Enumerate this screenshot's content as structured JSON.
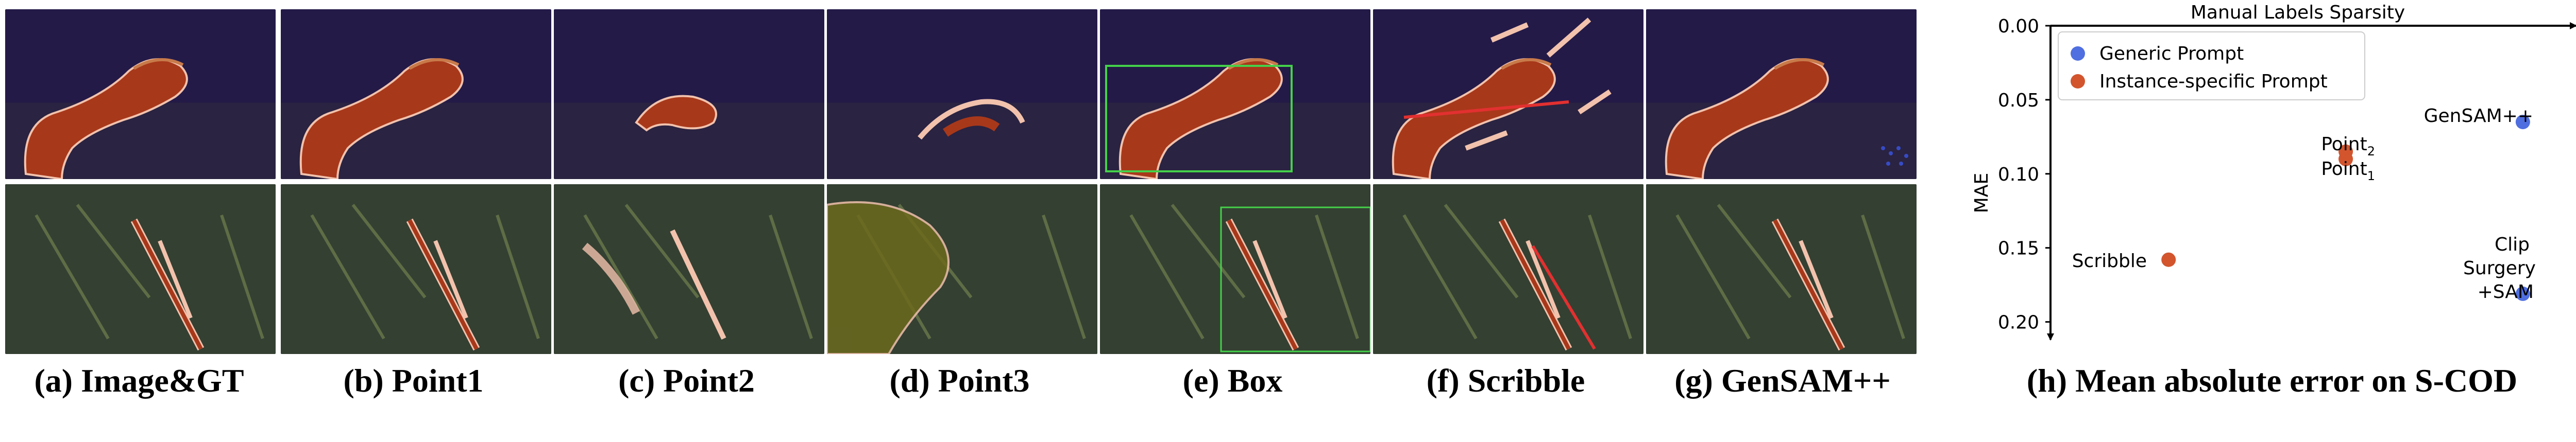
{
  "captions": {
    "a": "(a) Image&GT",
    "b": "(b) Point1",
    "c": "(c) Point2",
    "d": "(d) Point3",
    "e": "(e) Box",
    "f": "(f) Scribble",
    "g": "(g) GenSAM++",
    "h": "(h) Mean absolute error on S-COD"
  },
  "colors": {
    "generic": "#4f6fe0",
    "instance": "#d2552e",
    "panel_bg": "#241a48",
    "box_outline": "#44d14a",
    "mask_fill": "#a8381a",
    "mask_outline": "#f2c2ad"
  },
  "chart_data": {
    "type": "scatter",
    "title": "Manual Labels Sparsity",
    "ylabel": "MAE",
    "xlabel": "",
    "ylim": [
      0.21,
      0.0
    ],
    "y_axis_inverted": true,
    "yticks": [
      "0.00",
      "0.05",
      "0.10",
      "0.15",
      "0.20"
    ],
    "grid": false,
    "legend_position": "top-left",
    "series": [
      {
        "name": "Generic Prompt",
        "color": "#4f6fe0",
        "points": [
          {
            "label": "GenSAM++",
            "x": 4,
            "y": 0.065
          },
          {
            "label": "Clip Surgery +SAM",
            "x": 4,
            "y": 0.181
          }
        ]
      },
      {
        "name": "Instance-specific Prompt",
        "color": "#d2552e",
        "points": [
          {
            "label": "Scribble",
            "x": 1,
            "y": 0.158
          },
          {
            "label": "Point2",
            "x": 2.5,
            "y": 0.085
          },
          {
            "label": "Point1",
            "x": 2.5,
            "y": 0.09
          }
        ]
      }
    ],
    "annotations": {
      "genSAM": "GenSAM++",
      "point2_main": "Point",
      "point2_sub": "2",
      "point1_main": "Point",
      "point1_sub": "1",
      "scribble": "Scribble",
      "clip_line1": "Clip",
      "clip_line2": "Surgery",
      "clip_line3": "+SAM"
    }
  }
}
